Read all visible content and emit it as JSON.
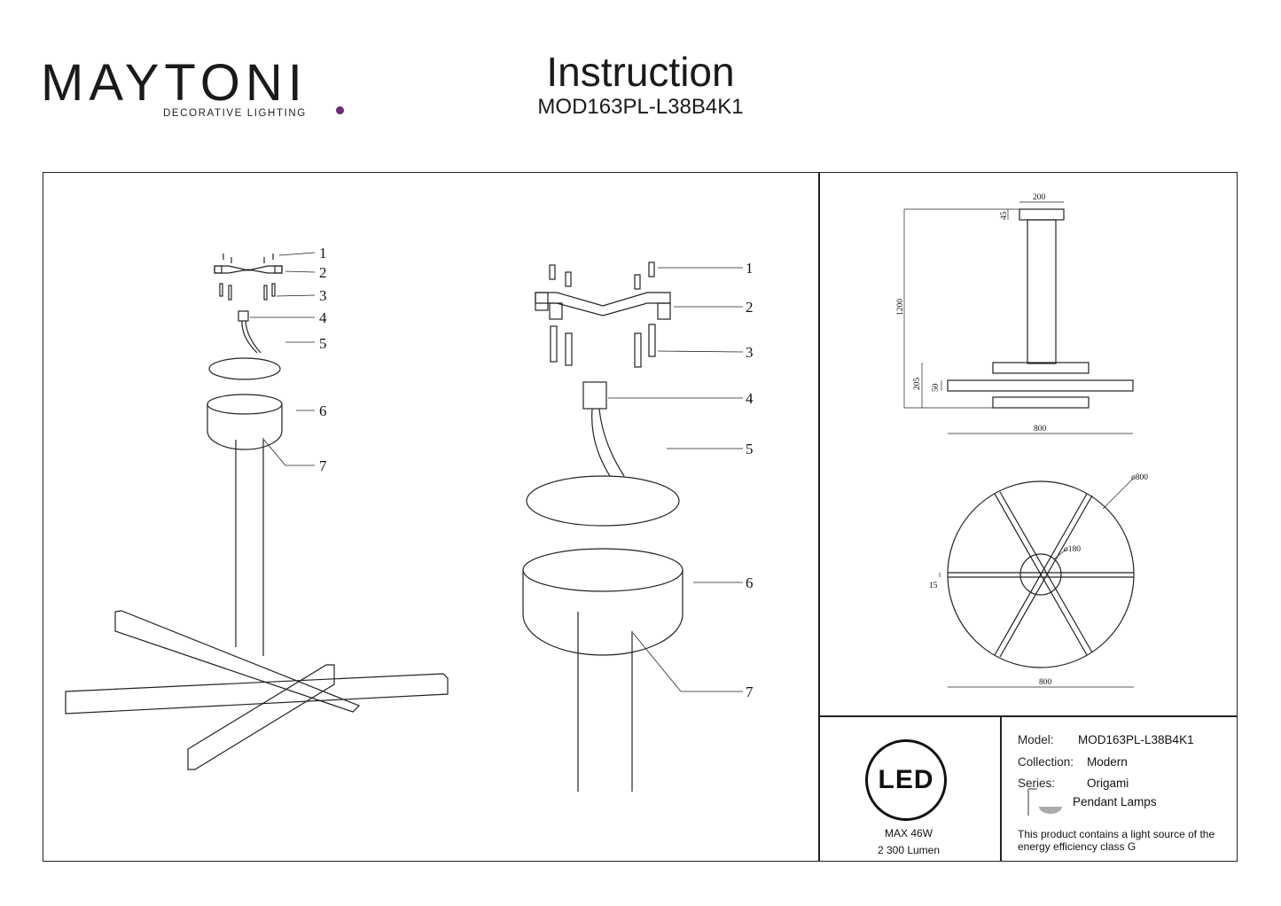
{
  "brand": {
    "name": "MAYTONI",
    "tagline": "DECORATIVE LIGHTING",
    "accent_color": "#6b2a74"
  },
  "header": {
    "title": "Instruction",
    "model": "MOD163PL-L38B4K1"
  },
  "assembly": {
    "small_callouts": [
      "1",
      "2",
      "3",
      "4",
      "5",
      "6",
      "7"
    ],
    "large_callouts": [
      "1",
      "2",
      "3",
      "4",
      "5",
      "6",
      "7"
    ]
  },
  "dimensions": {
    "side": {
      "top_width": "200",
      "canopy_height": "45",
      "total_height": "1200",
      "lamp_height": "205",
      "bar_height": "50",
      "width": "800"
    },
    "top": {
      "diameter": "ø800",
      "hub_diameter": "ø180",
      "bar_width": "15",
      "width": "800"
    }
  },
  "badge": {
    "led": "LED",
    "power": "MAX 46W",
    "lumen": "2 300 Lumen",
    "lamp_icon": "pendant-lamp-icon"
  },
  "specs": {
    "model_label": "Model:",
    "model_value": "MOD163PL-L38B4K1",
    "collection_label": "Collection:",
    "collection_value": "Modern",
    "series_label": "Series:",
    "series_value": "Origami",
    "type_value": "Pendant Lamps",
    "energy_note": "This product contains a light source of the energy efficiency class G"
  }
}
